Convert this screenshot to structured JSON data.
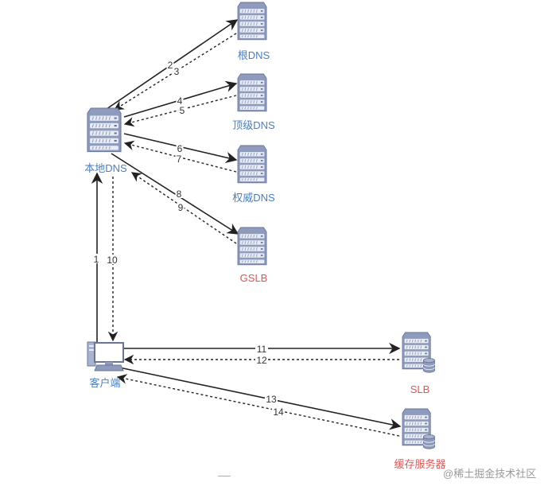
{
  "colors": {
    "dns_label": "#4a7ebf",
    "highlight_label": "#e05555",
    "server_fill": "#8e9bbd",
    "server_stroke": "#6a7596",
    "line": "#222222"
  },
  "nodes": {
    "root_dns": {
      "label": "根DNS",
      "icon": "server-icon",
      "label_color": "dns_label"
    },
    "tld_dns": {
      "label": "顶级DNS",
      "icon": "server-icon",
      "label_color": "dns_label"
    },
    "authoritative_dns": {
      "label": "权威DNS",
      "icon": "server-icon",
      "label_color": "dns_label"
    },
    "gslb": {
      "label": "GSLB",
      "icon": "server-icon",
      "label_color": "highlight_label"
    },
    "local_dns": {
      "label": "本地DNS",
      "icon": "server-icon",
      "label_color": "dns_label"
    },
    "client": {
      "label": "客户端",
      "icon": "computer-icon",
      "label_color": "dns_label"
    },
    "slb": {
      "label": "SLB",
      "icon": "database-server-icon",
      "label_color": "highlight_label"
    },
    "cache_server": {
      "label": "缓存服务器",
      "icon": "database-server-icon",
      "label_color": "highlight_label"
    }
  },
  "edges": [
    {
      "label": "1",
      "from": "client",
      "to": "local_dns",
      "style": "solid"
    },
    {
      "label": "2",
      "from": "local_dns",
      "to": "root_dns",
      "style": "solid"
    },
    {
      "label": "3",
      "from": "root_dns",
      "to": "local_dns",
      "style": "dashed"
    },
    {
      "label": "4",
      "from": "local_dns",
      "to": "tld_dns",
      "style": "solid"
    },
    {
      "label": "5",
      "from": "tld_dns",
      "to": "local_dns",
      "style": "dashed"
    },
    {
      "label": "6",
      "from": "local_dns",
      "to": "authoritative_dns",
      "style": "solid"
    },
    {
      "label": "7",
      "from": "authoritative_dns",
      "to": "local_dns",
      "style": "dashed"
    },
    {
      "label": "8",
      "from": "local_dns",
      "to": "gslb",
      "style": "solid"
    },
    {
      "label": "9",
      "from": "gslb",
      "to": "local_dns",
      "style": "dashed"
    },
    {
      "label": "10",
      "from": "local_dns",
      "to": "client",
      "style": "dashed"
    },
    {
      "label": "11",
      "from": "client",
      "to": "slb",
      "style": "solid"
    },
    {
      "label": "12",
      "from": "slb",
      "to": "client",
      "style": "dashed"
    },
    {
      "label": "13",
      "from": "client",
      "to": "cache_server",
      "style": "solid"
    },
    {
      "label": "14",
      "from": "cache_server",
      "to": "client",
      "style": "dashed"
    }
  ],
  "watermark": "@稀土掘金技术社区"
}
